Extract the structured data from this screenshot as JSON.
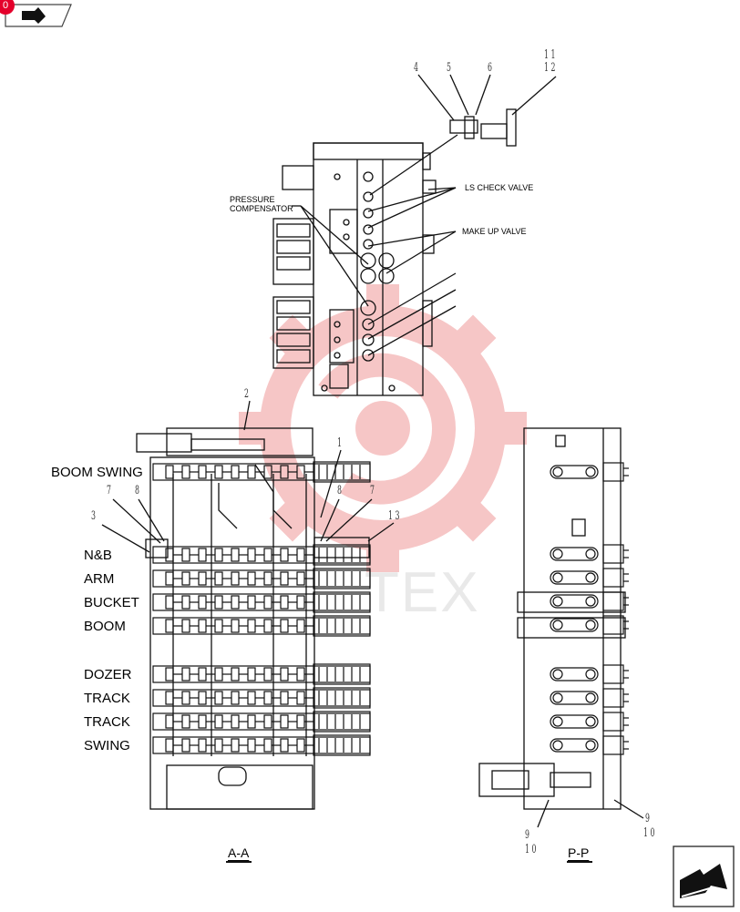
{
  "nav": {
    "badge": "0"
  },
  "watermark": {
    "text": "TEX",
    "color": "#f2a0a0"
  },
  "labels": {
    "pressure_compensator": [
      "PRESSURE",
      "COMPENSATOR"
    ],
    "ls_check_valve": "LS CHECK VALVE",
    "make_up_valve": "MAKE UP VALVE"
  },
  "callouts": {
    "n4": "4",
    "n5": "5",
    "n6": "6",
    "n11": "1 1",
    "n12": "1 2",
    "n2": "2",
    "n1": "1",
    "n7a": "7",
    "n8a": "8",
    "n3": "3",
    "n8b": "8",
    "n7b": "7",
    "n13": "1 3",
    "n9a": "9",
    "n10a": "1 0",
    "n9b": "9",
    "n10b": "1 0"
  },
  "sections": [
    "BOOM SWING",
    "N&B",
    "ARM",
    "BUCKET",
    "BOOM",
    "DOZER",
    "TRACK",
    "TRACK",
    "SWING"
  ],
  "views": {
    "aa": "A-A",
    "pp": "P-P"
  }
}
